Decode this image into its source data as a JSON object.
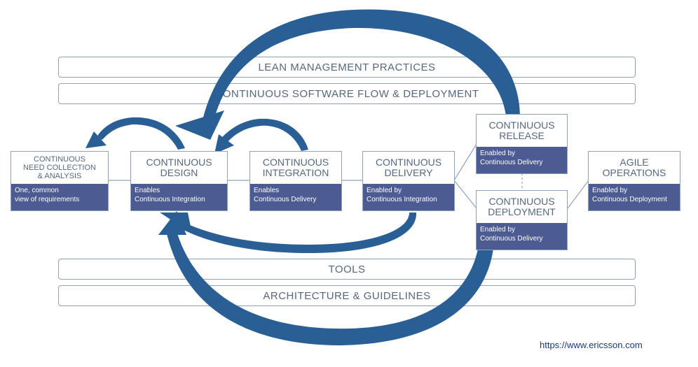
{
  "bands": {
    "lean": "LEAN MANAGEMENT PRACTICES",
    "flow": "CONTINUOUS SOFTWARE FLOW & DEPLOYMENT",
    "tools": "TOOLS",
    "architecture": "ARCHITECTURE & GUIDELINES"
  },
  "boxes": {
    "need": {
      "title": "CONTINUOUS\nNEED COLLECTION\n& ANALYSIS",
      "footer": "One, common\nview of requirements"
    },
    "design": {
      "title": "CONTINUOUS\nDESIGN",
      "footer": "Enables\nContinuous Integration"
    },
    "integration": {
      "title": "CONTINUOUS\nINTEGRATION",
      "footer": "Enables\nContinuous Delivery"
    },
    "delivery": {
      "title": "CONTINUOUS\nDELIVERY",
      "footer": "Enabled by\nContinuous Integration"
    },
    "release": {
      "title": "CONTINUOUS\nRELEASE",
      "footer": "Enabled by\nContinuous Delivery"
    },
    "deployment": {
      "title": "CONTINUOUS\nDEPLOYMENT",
      "footer": "Enabled by\nContinuous Delivery"
    },
    "operations": {
      "title": "AGILE\nOPERATIONS",
      "footer": "Enabled by\nContinuous Deployment"
    }
  },
  "watermark": "https://www.ericsson.com",
  "colors": {
    "arrow": "#2a5f96",
    "footer": "#4c5b92",
    "border": "#8da3bd",
    "text": "#56677d"
  }
}
